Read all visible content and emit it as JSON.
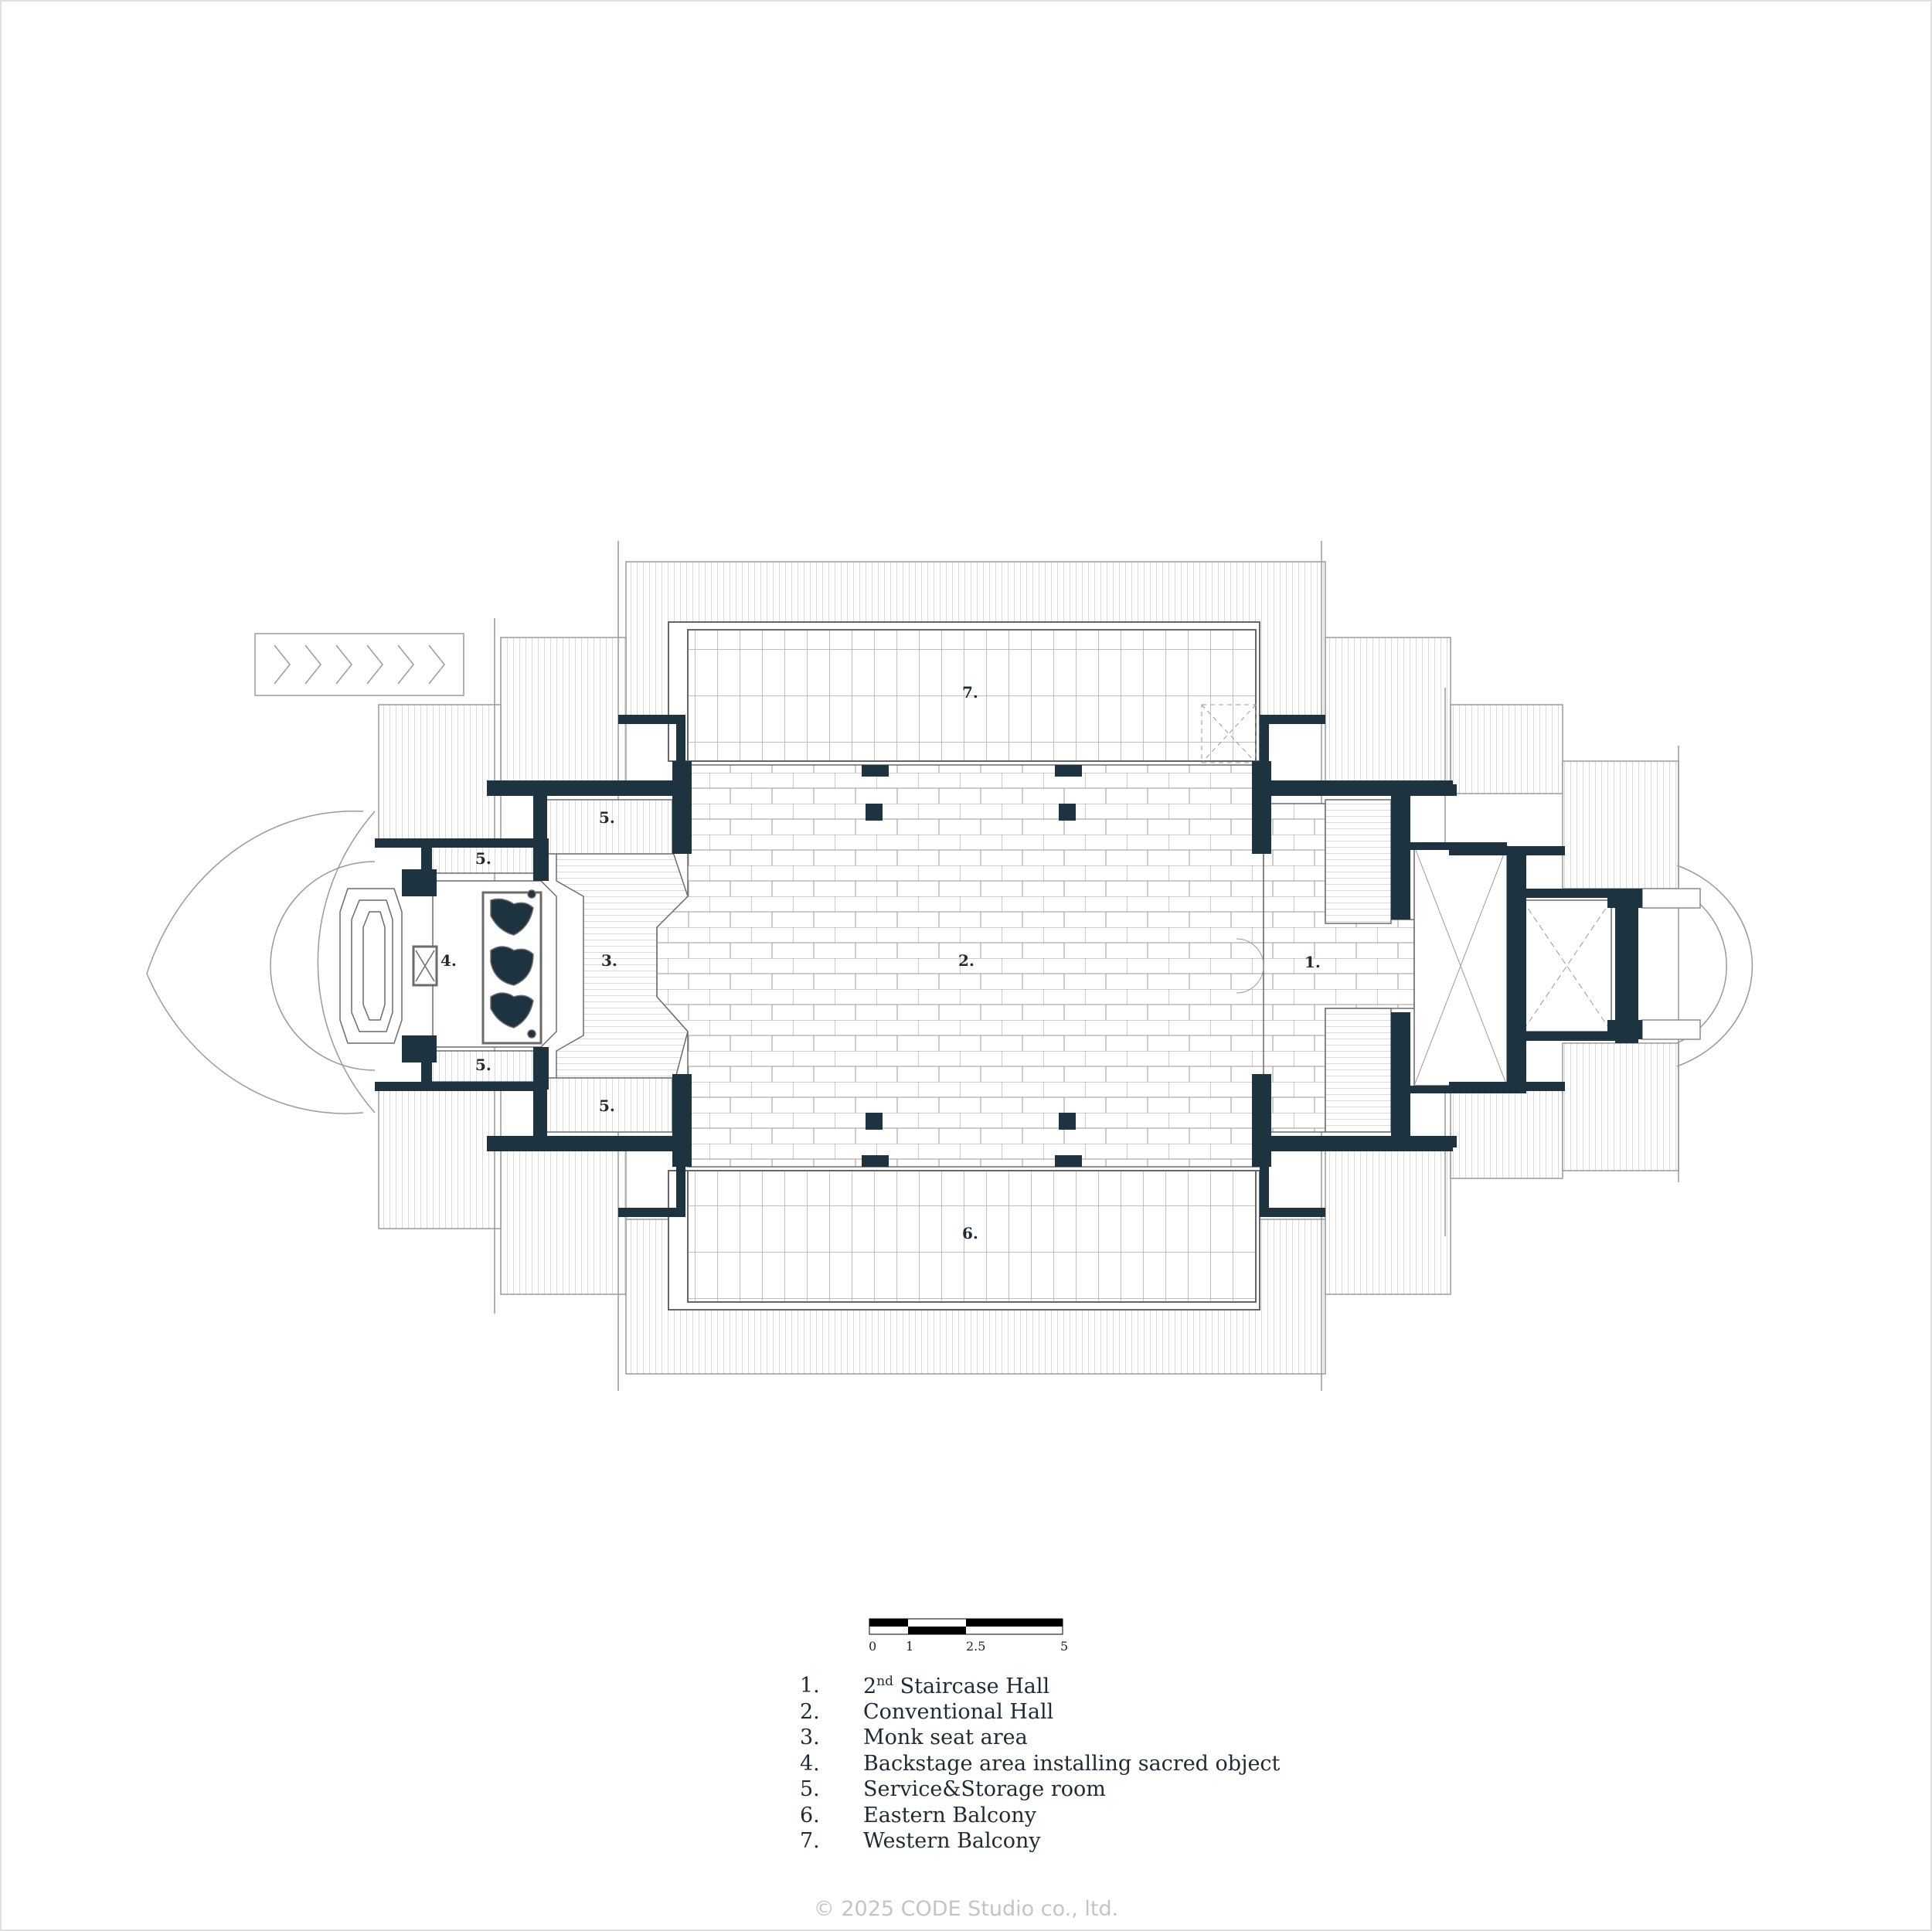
{
  "plan": {
    "room_labels": {
      "staircase_hall": "1.",
      "conventional_hall": "2.",
      "monk_seat": "3.",
      "backstage": "4.",
      "service_1": "5.",
      "service_2": "5.",
      "service_3": "5.",
      "service_4": "5.",
      "eastern_balcony": "6.",
      "western_balcony": "7."
    }
  },
  "scale_bar": {
    "ticks": [
      "0",
      "1",
      "2.5",
      "5"
    ]
  },
  "legend": {
    "items": [
      {
        "num": "1.",
        "label_pre": "2",
        "label_sup": "nd",
        "label": " Staircase Hall"
      },
      {
        "num": "2.",
        "label": "Conventional Hall"
      },
      {
        "num": "3.",
        "label": "Monk seat area"
      },
      {
        "num": "4.",
        "label": "Backstage area installing sacred object"
      },
      {
        "num": "5.",
        "label": "Service&Storage room"
      },
      {
        "num": "6.",
        "label": "Eastern Balcony"
      },
      {
        "num": "7.",
        "label": "Western Balcony"
      }
    ]
  },
  "copyright": "© 2025 CODE Studio co., ltd.",
  "colors": {
    "wall": "#1e3340",
    "line": "#8a8a8a",
    "text": "#1e2b33"
  }
}
